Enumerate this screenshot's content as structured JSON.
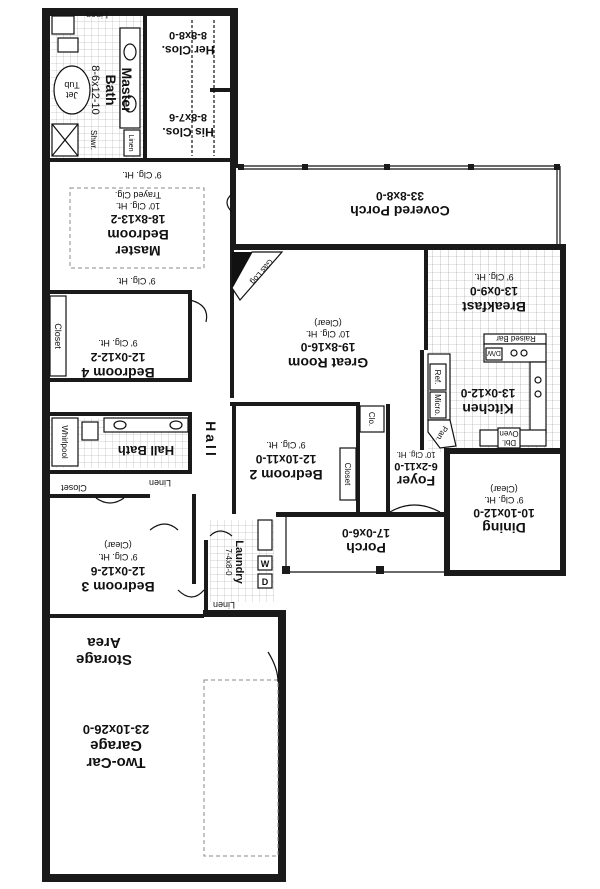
{
  "rooms": {
    "linen_top": "Linen",
    "her_clos": {
      "name": "Her Clos.",
      "dim": "8-8x8-0"
    },
    "his_clos": {
      "name": "His Clos.",
      "dim": "8-8x7-6"
    },
    "master_bath": {
      "line1": "Master",
      "line2": "Bath",
      "dim": "8-6x12-10"
    },
    "jet_tub": {
      "line1": "Jet",
      "line2": "Tub"
    },
    "shwr": "Shwr.",
    "linen_small": "Linen",
    "clg_ht_a": "9' Clg. Ht.",
    "master_bedroom": {
      "line1": "Master",
      "line2": "Bedroom",
      "dim": "18-8x13-2",
      "clg": "10' Clg. Ht.",
      "clg2": "Trayed Clg."
    },
    "clg_ht_b": "9' Clg. Ht.",
    "covered_porch": {
      "name": "Covered Porch",
      "dim": "33-8x8-0"
    },
    "gas_log": "Gas Log",
    "great_room": {
      "name": "Great Room",
      "dim": "19-8x16-0",
      "clg": "10' Clg. Ht.",
      "clg2": "(Clear)"
    },
    "breakfast": {
      "name": "Breakfast",
      "dim": "13-0x9-0",
      "clg": "9' Clg. Ht."
    },
    "raised_bar": "Raised Bar",
    "dw": "D/W",
    "ref": "Ref.",
    "micro": "Micro.",
    "pan": "Pan.",
    "kitchen": {
      "name": "Kitchen",
      "dim": "13-0x12-0"
    },
    "dbl_oven": {
      "line1": "Dbl.",
      "line2": "Oven"
    },
    "closet_b4": "Closet",
    "bedroom4": {
      "name": "Bedroom 4",
      "dim": "12-0x12-2",
      "clg": "9' Clg. Ht."
    },
    "hall": "Hall",
    "bedroom2": {
      "name": "Bedroom 2",
      "dim": "12-10x11-0",
      "clg": "9' Clg. Ht."
    },
    "clo_b2": "Clo.",
    "closet_b2": "Closet",
    "foyer": {
      "name": "Foyer",
      "dim": "6-2x11-0",
      "clg": "10' Clg. Ht."
    },
    "dining": {
      "name": "Dining",
      "dim": "10-10x12-0",
      "clg": "9' Clg. Ht.",
      "clg2": "(Clear)"
    },
    "whirlpool": "Whirlpool",
    "hall_bath": "Hall Bath",
    "closet_hall": "Closet",
    "linen_hall": "Linen",
    "bedroom3": {
      "name": "Bedroom 3",
      "dim": "12-0x12-6",
      "clg": "9' Clg. Ht.",
      "clg2": "(Clear)"
    },
    "laundry": {
      "name": "Laundry",
      "dim": "7-4x8-0"
    },
    "w": "W",
    "d": "D",
    "linen_laundry": "Linen",
    "porch": {
      "name": "Porch",
      "dim": "17-0x6-0"
    },
    "storage": {
      "line1": "Storage",
      "line2": "Area"
    },
    "garage": {
      "line1": "Two-Car",
      "line2": "Garage",
      "dim": "23-10x26-0"
    }
  }
}
